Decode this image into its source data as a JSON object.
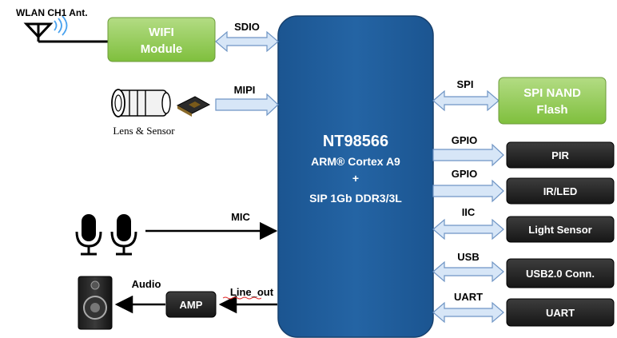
{
  "colors": {
    "soc_fill": "#1f5d99",
    "soc_stroke": "#17406d",
    "green_block": "#8cc84b",
    "dark_block": "#262626",
    "arrow_fill": "#d7e6f7",
    "arrow_stroke": "#6f95c5"
  },
  "soc": {
    "part_number": "NT98566",
    "cpu_line": "ARM® Cortex A9",
    "plus": "+",
    "memory_line": "SIP 1Gb DDR3/3L"
  },
  "left": {
    "antenna_label": "WLAN CH1 Ant.",
    "antenna_icon": "antenna-icon",
    "wifi_module": {
      "line1": "WIFI",
      "line2": "Module"
    },
    "sdio_label": "SDIO",
    "lens_sensor_label": "Lens & Sensor",
    "lens_icon": "lens-icon",
    "sensor_icon": "image-sensor-chip-icon",
    "mipi_label": "MIPI",
    "mic_icon": "microphone-icon",
    "mic_label": "MIC",
    "speaker_icon": "speaker-icon",
    "audio_label": "Audio",
    "amp_label": "AMP",
    "line_out_label": "Line_out"
  },
  "right": {
    "spi_label": "SPI",
    "spi_nand": {
      "line1": "SPI NAND",
      "line2": "Flash"
    },
    "blocks": [
      {
        "bus": "GPIO",
        "name": "PIR"
      },
      {
        "bus": "GPIO",
        "name": "IR/LED"
      },
      {
        "bus": "IIC",
        "name": "Light Sensor"
      },
      {
        "bus": "USB",
        "name": "USB2.0 Conn."
      },
      {
        "bus": "UART",
        "name": "UART"
      }
    ]
  }
}
